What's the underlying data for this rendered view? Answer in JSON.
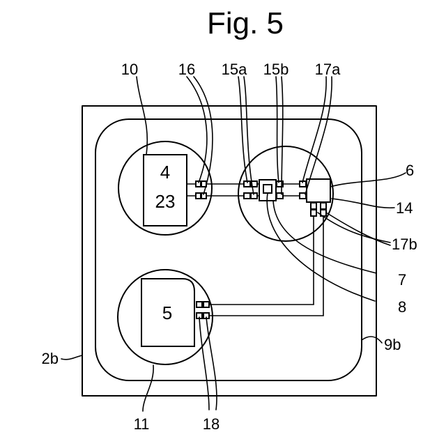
{
  "figure": {
    "title": "Fig. 5"
  },
  "labels": {
    "l10": "10",
    "l16": "16",
    "l15a": "15a",
    "l15b": "15b",
    "l17a": "17a",
    "l6": "6",
    "l14": "14",
    "l17b": "17b",
    "l7": "7",
    "l8": "8",
    "l9b": "9b",
    "l2b": "2b",
    "l11": "11",
    "l18": "18"
  },
  "components": {
    "box_top_line1": "4",
    "box_top_line2": "23",
    "box_bottom": "5"
  }
}
